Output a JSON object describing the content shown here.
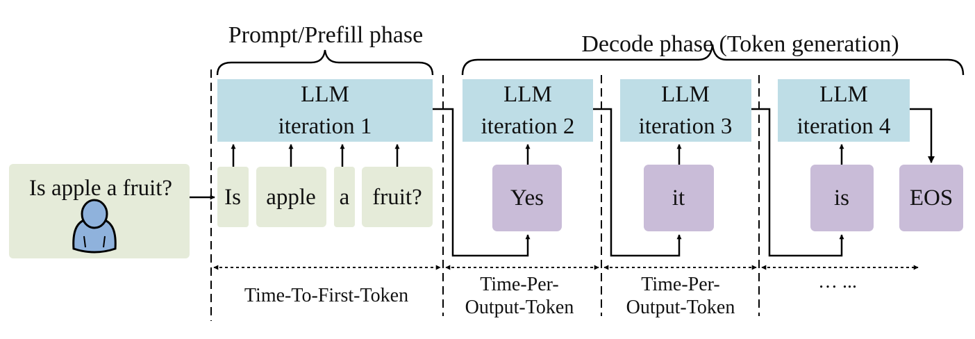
{
  "colors": {
    "llm_box": "#bedde6",
    "input_box": "#e5ebd9",
    "output_box": "#c9bcd8",
    "line": "#000000",
    "user_icon": "#8fb2dc"
  },
  "phases": {
    "prefill": "Prompt/Prefill phase",
    "decode": "Decode phase (Token generation)"
  },
  "user": {
    "question": "Is apple a fruit?",
    "icon": "person-icon"
  },
  "llm": {
    "title": "LLM",
    "iterations": [
      "iteration 1",
      "iteration 2",
      "iteration 3",
      "iteration 4"
    ]
  },
  "input_tokens": [
    "Is",
    "apple",
    "a",
    "fruit?"
  ],
  "output_tokens": [
    "Yes",
    "it",
    "is",
    "EOS"
  ],
  "timing": {
    "ttft": "Time-To-First-Token",
    "tpot_line1": "Time-Per-",
    "tpot_line2": "Output-Token",
    "ellipsis": "… ..."
  }
}
